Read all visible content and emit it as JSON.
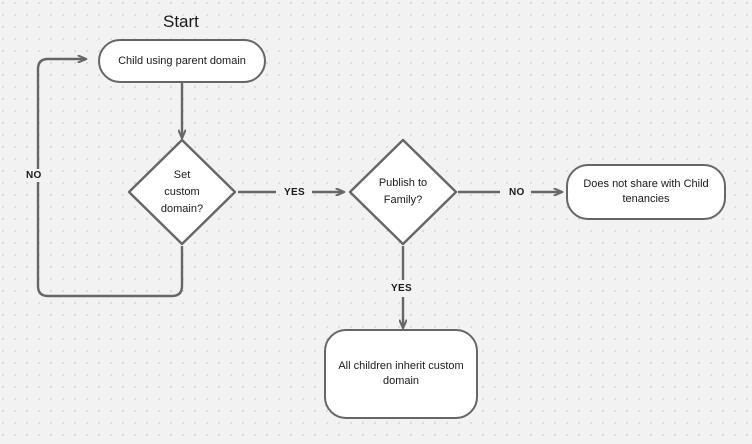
{
  "diagram": {
    "title_label": "Start",
    "colors": {
      "canvas": "#f2f2f2",
      "grid_dot": "#d4d4d4",
      "stroke": "#666666",
      "node_fill": "#ffffff",
      "text": "#1a1a1a"
    },
    "nodes": [
      {
        "id": "start",
        "shape": "rounded-rectangle",
        "text": "Child using parent domain"
      },
      {
        "id": "set-custom-domain",
        "shape": "diamond",
        "text": "Set\ncustom\ndomain?"
      },
      {
        "id": "publish-to-family",
        "shape": "diamond",
        "text": "Publish to\nFamily?"
      },
      {
        "id": "no-share",
        "shape": "rounded-rectangle",
        "text": "Does not share with Child tenancies"
      },
      {
        "id": "inherit-custom-domain",
        "shape": "rounded-rectangle",
        "text": "All children inherit custom domain"
      }
    ],
    "edges": [
      {
        "id": "start-to-set-custom-domain",
        "from": "start",
        "to": "set-custom-domain",
        "label": ""
      },
      {
        "id": "set-custom-domain-no",
        "from": "set-custom-domain",
        "to": "start",
        "label": "NO"
      },
      {
        "id": "set-custom-domain-yes",
        "from": "set-custom-domain",
        "to": "publish-to-family",
        "label": "YES"
      },
      {
        "id": "publish-to-family-no",
        "from": "publish-to-family",
        "to": "no-share",
        "label": "NO"
      },
      {
        "id": "publish-to-family-yes",
        "from": "publish-to-family",
        "to": "inherit-custom-domain",
        "label": "YES"
      }
    ]
  }
}
